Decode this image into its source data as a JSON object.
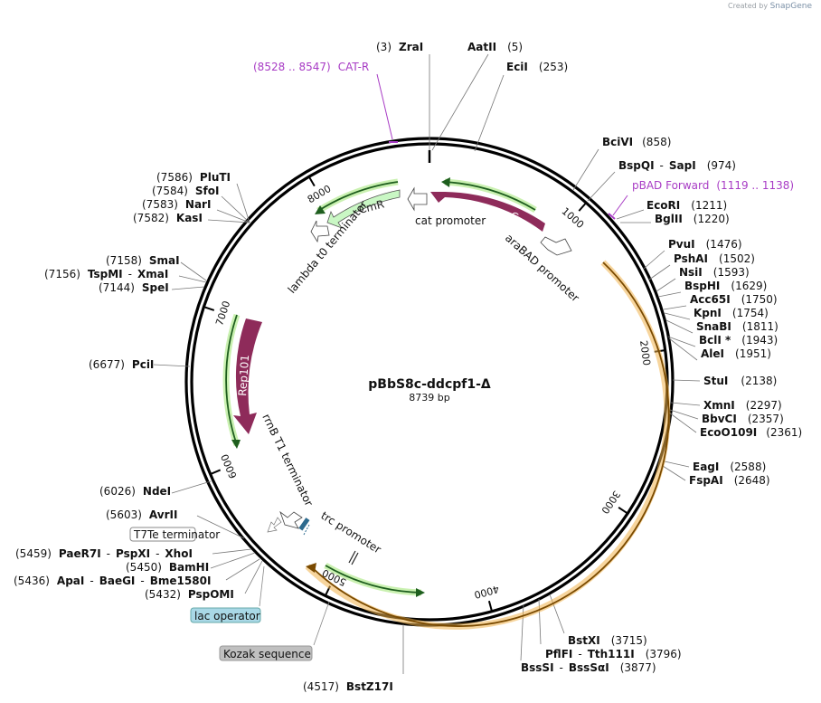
{
  "credit": {
    "text": "Created by",
    "brand": "SnapGene"
  },
  "plasmid": {
    "name": "pBbS8c-ddcpf1-Δ",
    "size": "8739 bp",
    "length": 8739
  },
  "ticks": [
    "1000",
    "2000",
    "3000",
    "4000",
    "5000",
    "6000",
    "7000",
    "8000"
  ],
  "sites": {
    "zrai": {
      "pos": "(3)",
      "name": "ZraI"
    },
    "aatii": {
      "pos": "(5)",
      "name": "AatII"
    },
    "ecii": {
      "pos": "(253)",
      "name": "EciI"
    },
    "bcivi": {
      "pos": "(858)",
      "name": "BciVI"
    },
    "bspqi": {
      "pos": "(974)",
      "name": "BspQI",
      "alt": "SapI"
    },
    "ecori": {
      "pos": "(1211)",
      "name": "EcoRI"
    },
    "bglii": {
      "pos": "(1220)",
      "name": "BglII"
    },
    "pvui": {
      "pos": "(1476)",
      "name": "PvuI"
    },
    "pshai": {
      "pos": "(1502)",
      "name": "PshAI"
    },
    "nsii": {
      "pos": "(1593)",
      "name": "NsiI"
    },
    "bsphi": {
      "pos": "(1629)",
      "name": "BspHI"
    },
    "acc65i": {
      "pos": "(1750)",
      "name": "Acc65I"
    },
    "kpni": {
      "pos": "(1754)",
      "name": "KpnI"
    },
    "snabi": {
      "pos": "(1811)",
      "name": "SnaBI"
    },
    "bcli": {
      "pos": "(1943)",
      "name": "BclI *"
    },
    "alei": {
      "pos": "(1951)",
      "name": "AleI"
    },
    "stui": {
      "pos": "(2138)",
      "name": "StuI"
    },
    "xmni": {
      "pos": "(2297)",
      "name": "XmnI"
    },
    "bbvci": {
      "pos": "(2357)",
      "name": "BbvCI"
    },
    "ecoo109i": {
      "pos": "(2361)",
      "name": "EcoO109I"
    },
    "eagi": {
      "pos": "(2588)",
      "name": "EagI"
    },
    "fspai": {
      "pos": "(2648)",
      "name": "FspAI"
    },
    "bstxi": {
      "pos": "(3715)",
      "name": "BstXI"
    },
    "pflfi": {
      "pos": "(3796)",
      "name": "PflFI",
      "alt": "Tth111I"
    },
    "bsssi": {
      "pos": "(3877)",
      "name": "BssSI",
      "alt": "BssSαI"
    },
    "bstz17i": {
      "pos": "(4517)",
      "name": "BstZ17I"
    },
    "pspomi": {
      "pos": "(5432)",
      "name": "PspOMI"
    },
    "apai": {
      "pos": "(5436)",
      "name": "ApaI",
      "alt": "BaeGI",
      "alt2": "Bme1580I"
    },
    "bamhi": {
      "pos": "(5450)",
      "name": "BamHI"
    },
    "paer7i": {
      "pos": "(5459)",
      "name": "PaeR7I",
      "alt": "PspXI",
      "alt2": "XhoI"
    },
    "avrii": {
      "pos": "(5603)",
      "name": "AvrII"
    },
    "ndei": {
      "pos": "(6026)",
      "name": "NdeI"
    },
    "pcii": {
      "pos": "(6677)",
      "name": "PciI"
    },
    "spei": {
      "pos": "(7144)",
      "name": "SpeI"
    },
    "tspmi": {
      "pos": "(7156)",
      "name": "TspMI",
      "alt": "XmaI"
    },
    "smai": {
      "pos": "(7158)",
      "name": "SmaI"
    },
    "kasi": {
      "pos": "(7582)",
      "name": "KasI"
    },
    "nari": {
      "pos": "(7583)",
      "name": "NarI"
    },
    "sfoi": {
      "pos": "(7584)",
      "name": "SfoI"
    },
    "pluti": {
      "pos": "(7586)",
      "name": "PluTI"
    }
  },
  "primers": {
    "catr": {
      "name": "CAT-R",
      "range": "(8528 .. 8547)"
    },
    "pbad": {
      "name": "pBAD Forward",
      "range": "(1119 .. 1138)"
    }
  },
  "features": {
    "arac": "araC",
    "cmr": "CmR",
    "rep101": "Rep101",
    "cat_promoter": "cat promoter",
    "arabad_promoter": "araBAD promoter",
    "lambda_t0": "lambda t0 terminator",
    "rrnb_t1": "rrnB T1 terminator",
    "trc_promoter": "trc promoter",
    "t7te": "T7Te terminator",
    "lac_operator": "lac operator",
    "kozak": "Kozak sequence"
  },
  "colors": {
    "arac": "#8e2b5a",
    "cmr": "#c9f7c4",
    "rep101": "#8e2b5a",
    "orf_arc": "#f0b24d",
    "primer": "#a83cc5",
    "lac_box": "#a9d8e6",
    "kozak_box": "#c0c0c0"
  }
}
